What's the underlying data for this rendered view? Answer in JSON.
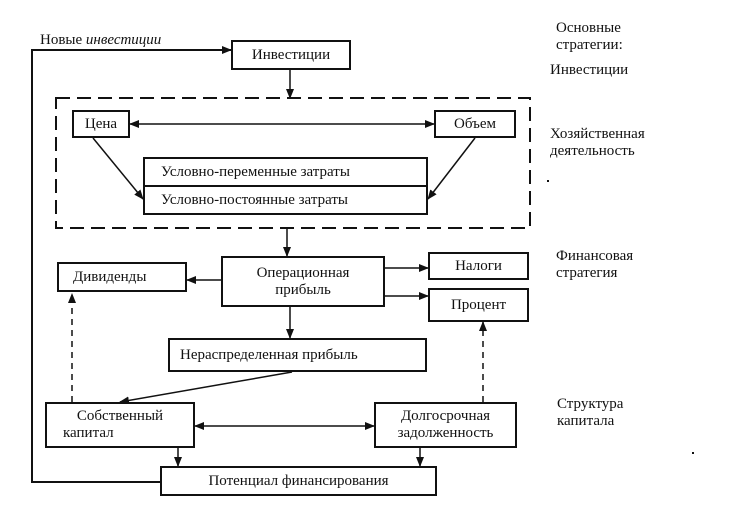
{
  "labels": {
    "new_investment_plain": "Новые ",
    "new_investment_italic": "инвестиции"
  },
  "boxes": {
    "investments": "Инвестиции",
    "price": "Цена",
    "volume": "Объем",
    "variable_costs": "Условно-переменные затраты",
    "fixed_costs": "Условно-постоянные затраты",
    "operating_profit_line1": "Операционная",
    "operating_profit_line2": "прибыль",
    "dividends": "Дивиденды",
    "taxes": "Налоги",
    "interest": "Процент",
    "retained_earnings": "Нераспределенная прибыль",
    "equity_line1": "Собственный",
    "equity_line2": "капитал",
    "long_term_debt_line1": "Долгосрочная",
    "long_term_debt_line2": "задолженность",
    "financing_potential": "Потенциал финансирования"
  },
  "sidebar": {
    "strategies_title_line1": "Основные",
    "strategies_title_line2": "стратегии:",
    "investments": "Инвестиции",
    "economic_activity_line1": "Хозяйственная",
    "economic_activity_line2": "деятельность",
    "financial_strategy_line1": "Финансовая",
    "financial_strategy_line2": "стратегия",
    "capital_structure_line1": "Структура",
    "capital_structure_line2": "капитала"
  }
}
